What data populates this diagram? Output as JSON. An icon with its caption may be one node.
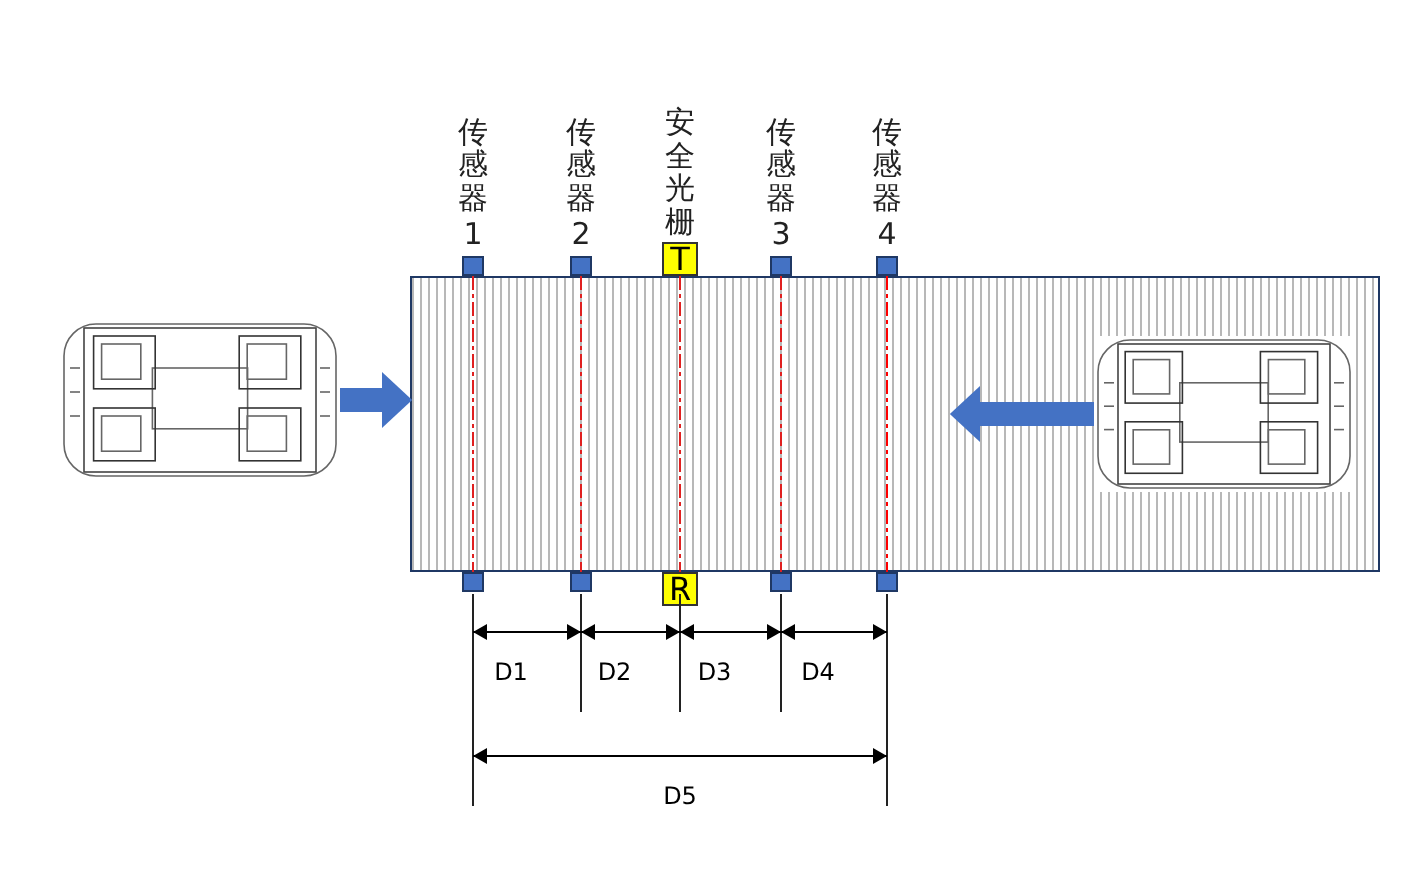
{
  "diagram": {
    "nodes": [
      {
        "text": [],
        "shape": "box"
      },
      {
        "text": [],
        "shape": "picture"
      },
      {
        "text": [],
        "shape": "picture",
        "in": 0
      },
      {
        "text": [],
        "shape": "box",
        "beside": [
          "传感器",
          "1"
        ]
      },
      {
        "text": [],
        "shape": "box",
        "beside": [
          "传感器",
          "2"
        ]
      },
      {
        "text": [
          "T"
        ],
        "beside": [
          "安全光栅"
        ]
      },
      {
        "text": [],
        "shape": "box",
        "beside": [
          "传感器",
          "3"
        ]
      },
      {
        "text": [],
        "shape": "box",
        "beside": [
          "传感器",
          "4"
        ]
      },
      {
        "text": [],
        "shape": "box"
      },
      {
        "text": [],
        "shape": "box"
      },
      {
        "text": [
          "R"
        ]
      },
      {
        "text": [],
        "shape": "box"
      },
      {
        "text": [],
        "shape": "box"
      }
    ],
    "edges": [
      {
        "from": 1,
        "to": 0,
        "arrow": "to",
        "style": "thick",
        "color": "#4472c4"
      },
      {
        "from": 2,
        "to": null,
        "arrow": "to",
        "style": "thick",
        "color": "#4472c4"
      },
      {
        "from": 3,
        "to": 8,
        "arrow": "none",
        "style": "dashed",
        "color": "#e02020"
      },
      {
        "from": 4,
        "to": 9,
        "arrow": "none",
        "style": "dashed",
        "color": "#e02020"
      },
      {
        "from": 5,
        "to": 10,
        "arrow": "none",
        "style": "dashed",
        "color": "#e02020"
      },
      {
        "from": 6,
        "to": 11,
        "arrow": "none",
        "style": "dashed",
        "color": "#e02020"
      },
      {
        "from": 7,
        "to": 12,
        "arrow": "none",
        "style": "dashed",
        "color": "#ff0000"
      }
    ],
    "labels": [
      "D1",
      "D2",
      "D3",
      "D4",
      "D5"
    ]
  }
}
